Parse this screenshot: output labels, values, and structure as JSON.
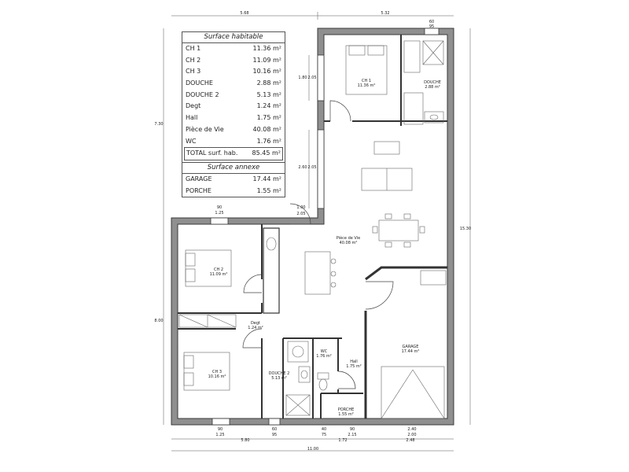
{
  "legend": {
    "title": "Surface habitable",
    "rows": [
      {
        "name": "CH 1",
        "value": "11.36 m²"
      },
      {
        "name": "CH 2",
        "value": "11.09 m²"
      },
      {
        "name": "CH 3",
        "value": "10.16 m²"
      },
      {
        "name": "DOUCHE",
        "value": "2.88 m²"
      },
      {
        "name": "DOUCHE 2",
        "value": "5.13 m²"
      },
      {
        "name": "Degt",
        "value": "1.24 m²"
      },
      {
        "name": "Hall",
        "value": "1.75 m²"
      },
      {
        "name": "Pièce de Vie",
        "value": "40.08 m²"
      },
      {
        "name": "WC",
        "value": "1.76 m²"
      }
    ],
    "total": {
      "name": "TOTAL surf. hab.",
      "value": "85.45 m²"
    },
    "annex_title": "Surface annexe",
    "annex_rows": [
      {
        "name": "GARAGE",
        "value": "17.44 m²"
      },
      {
        "name": "PORCHE",
        "value": "1.55 m²"
      }
    ]
  },
  "rooms": {
    "ch1": {
      "name": "CH 1",
      "area": "11.36 m²"
    },
    "douche": {
      "name": "DOUCHE",
      "area": "2.88 m²"
    },
    "vie": {
      "name": "Pièce de Vie",
      "area": "40.08 m²"
    },
    "ch2": {
      "name": "CH 2",
      "area": "11.09 m²"
    },
    "degt": {
      "name": "Degt",
      "area": "1.24 m²"
    },
    "ch3": {
      "name": "CH 3",
      "area": "10.16 m²"
    },
    "douche2": {
      "name": "DOUCHE 2",
      "area": "5.13 m²"
    },
    "wc": {
      "name": "WC",
      "area": "1.76 m²"
    },
    "hall": {
      "name": "Hall",
      "area": "1.75 m²"
    },
    "garage": {
      "name": "GARAGE",
      "area": "17.44 m²"
    },
    "porche": {
      "name": "PORCHE",
      "area": "1.55 m²"
    }
  },
  "dims": {
    "top_left": "5.68",
    "top_right": "5.32",
    "top_w1": "60",
    "top_w2": "95",
    "left_upper": "7.30",
    "left_lower": "8.00",
    "right_total": "15.30",
    "win1_a": "1.80",
    "win1_b": "2.05",
    "win2_a": "2.60",
    "win2_b": "2.05",
    "step_a": "1.00",
    "step_b": "2.05",
    "ch2_win_a": "90",
    "ch2_win_b": "1.25",
    "bot_w1a": "90",
    "bot_w1b": "1.25",
    "bot_w2a": "60",
    "bot_w2b": "95",
    "bot_w3a": "40",
    "bot_w3b": "75",
    "bot_w4a": "90",
    "bot_w4b": "2.15",
    "bot_w5a": "2.40",
    "bot_w5b": "2.00",
    "bot_seg1": "5.80",
    "bot_seg2": "1.72",
    "bot_seg3": "2.48",
    "bot_total": "11.00"
  }
}
